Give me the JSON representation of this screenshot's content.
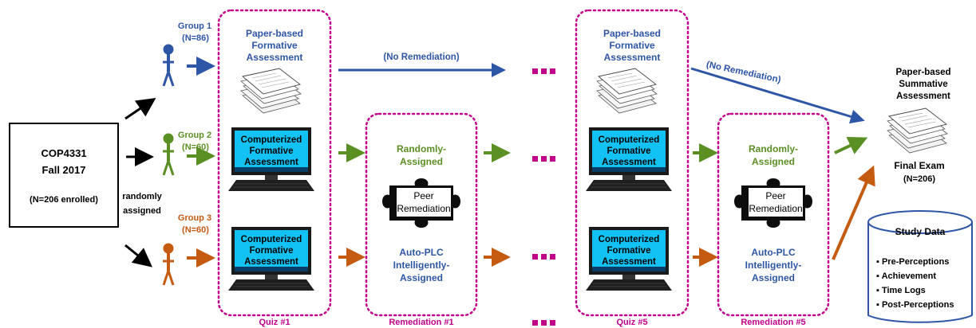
{
  "colors": {
    "blue": "#2e56a6",
    "green": "#5a8f23",
    "orange": "#c55a11",
    "magenta": "#c0008a",
    "black": "#000000",
    "screen": "#13c2f5"
  },
  "course": {
    "line1": "COP4331",
    "line2": "Fall 2017",
    "enrolled": "(N=206 enrolled)"
  },
  "assignment_label": {
    "line1": "randomly",
    "line2": "assigned"
  },
  "groups": [
    {
      "name": "Group 1",
      "n": "(N=86)"
    },
    {
      "name": "Group 2",
      "n": "(N=60)"
    },
    {
      "name": "Group 3",
      "n": "(N=60)"
    }
  ],
  "assessment": {
    "paper": {
      "line1": "Paper-based",
      "line2": "Formative",
      "line3": "Assessment"
    },
    "computer": {
      "line1": "Computerized",
      "line2": "Formative",
      "line3": "Assessment"
    }
  },
  "remediation": {
    "random": {
      "line1": "Randomly-",
      "line2": "Assigned"
    },
    "peer": {
      "line1": "Peer",
      "line2": "Remediation"
    },
    "auto": {
      "line1": "Auto-PLC",
      "line2": "Intelligently-",
      "line3": "Assigned"
    }
  },
  "no_remediation": "(No Remediation)",
  "stage_labels": {
    "quiz1": "Quiz #1",
    "rem1": "Remediation #1",
    "quiz5": "Quiz #5",
    "rem5": "Remediation #5"
  },
  "summative": {
    "line1": "Paper-based",
    "line2": "Summative",
    "line3": "Assessment",
    "final": "Final Exam",
    "n": "(N=206)"
  },
  "study_data": {
    "title": "Study Data",
    "items": [
      "Pre-Perceptions",
      "Achievement",
      "Time Logs",
      "Post-Perceptions"
    ]
  }
}
